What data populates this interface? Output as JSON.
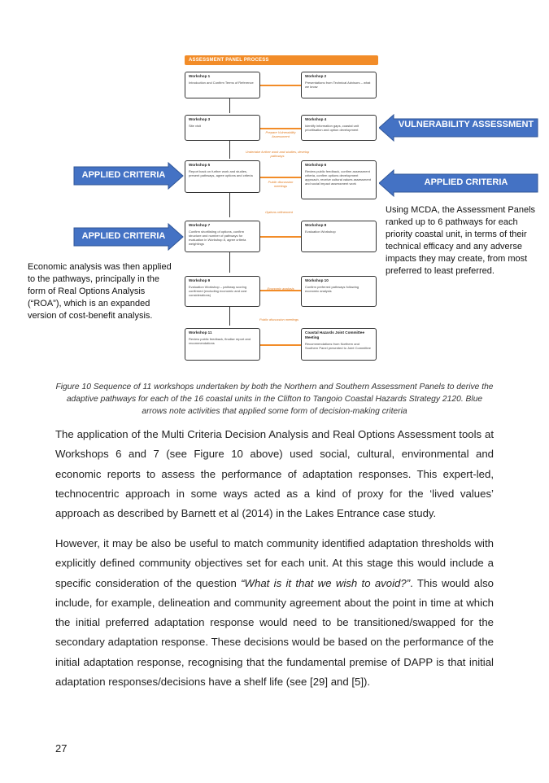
{
  "figure": {
    "header": "ASSESSMENT PANEL PROCESS",
    "workshops": [
      {
        "title": "Workshop 1",
        "desc": "Introduction and Confirm Terms of Reference"
      },
      {
        "title": "Workshop 2",
        "desc": "Presentations from Technical Advisors – what we know"
      },
      {
        "title": "Workshop 3",
        "desc": "Site visit"
      },
      {
        "title": "Workshop 4",
        "desc": "Identify information gaps, coastal unit prioritisation and option development"
      },
      {
        "title": "Workshop 5",
        "desc": "Report back on further work and studies, present pathways, agree options and criteria"
      },
      {
        "title": "Workshop 6",
        "desc": "Review public feedback, confirm assessment criteria, confirm options development approach, receive cultural values assessment and social impact assessment work"
      },
      {
        "title": "Workshop 7",
        "desc": "Confirm shortlisting of options, confirm structure and number of pathways for evaluation in Workshop 8, agree criteria weightings"
      },
      {
        "title": "Workshop 8",
        "desc": "Evaluation Workshop"
      },
      {
        "title": "Workshop 9",
        "desc": "Evaluation Workshop – pathway scoring confirmed (excluding economic and cost considerations)"
      },
      {
        "title": "Workshop 10",
        "desc": "Confirm preferred pathways following economic analysis"
      },
      {
        "title": "Workshop 11",
        "desc": "Review public feedback, finalise report and recommendations"
      },
      {
        "title": "Coastal Hazards Joint Committee Meeting",
        "desc": "Recommendations from Northern and Southern Panel presented to Joint Committee"
      }
    ],
    "links": {
      "prepare_vulnerability": "Prepare Vulnerability Assessment",
      "undertake_further": "Undertake further work and studies, develop pathways",
      "public_discussion_1": "Public discussion meetings",
      "options_refinement": "Options refinement",
      "economic_analysis": "Economic analysis",
      "public_discussion_2": "Public discussion meetings"
    },
    "blue_arrows": {
      "vulnerability": "VULNERABILITY ASSESSMENT",
      "applied_right": "APPLIED CRITERIA",
      "applied_left_1": "APPLIED CRITERIA",
      "applied_left_2": "APPLIED CRITERIA"
    },
    "annotations": {
      "mcda": "Using MCDA, the Assessment Panels ranked up to 6 pathways for each priority coastal unit, in terms of their technical efficacy and any adverse impacts they may create, from most preferred to least preferred.",
      "economic": "Economic analysis was then applied to the pathways, principally in the form of Real Options Analysis (“ROA”), which is an expanded version of cost-benefit analysis."
    }
  },
  "caption": "Figure 10 Sequence of 11 workshops undertaken by both the Northern and Southern Assessment Panels to derive the adaptive pathways for each of the 16 coastal units in the Clifton to Tangoio Coastal Hazards Strategy 2120. Blue arrows note activities that applied some form of decision-making criteria",
  "paragraphs": {
    "p1": "The application of the Multi Criteria Decision Analysis and Real Options Assessment tools at Workshops 6 and 7 (see Figure 10 above) used social, cultural, environmental and economic reports to assess the performance of adaptation responses. This expert-led, technocentric approach in some ways acted as a kind of proxy for the ‘lived values’ approach as described by Barnett et al (2014) in the Lakes Entrance case study.",
    "p2_a": "However, it may be also be useful to match community identified adaptation thresholds with explicitly defined community objectives set for each unit. At this stage this would include a specific consideration of the question ",
    "p2_q": "“What is it that we wish to avoid?”",
    "p2_b": ". This would also include, for example, delineation and community agreement about the point in time at which the initial preferred adaptation response would need to be transitioned/swapped for the secondary adaptation response. These decisions would be based on the performance of the initial adaptation response, recognising that the fundamental premise of DAPP is that initial adaptation responses/decisions have a shelf life (see [29] and [5])."
  },
  "page_number": "27"
}
